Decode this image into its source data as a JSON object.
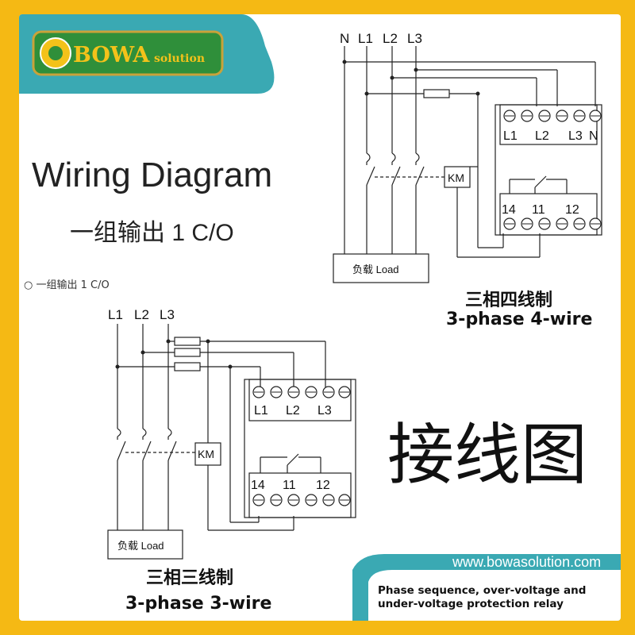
{
  "brand": "BOWA solution",
  "title_en": "Wiring Diagram",
  "subtitle_cn": "一组输出 1 C/O",
  "note": "○ 一组输出 1 C/O",
  "big_cn": "接线图",
  "phase4": {
    "phase_labels": [
      "N",
      "L1",
      "L2",
      "L3"
    ],
    "km": "KM",
    "load": "负载 Load",
    "top_terminals": [
      "L1",
      "L2",
      "L3",
      "N"
    ],
    "bottom_terminals": [
      "14",
      "11",
      "12"
    ],
    "caption_cn": "三相四线制",
    "caption_en": "3-phase 4-wire"
  },
  "phase3": {
    "phase_labels": [
      "L1",
      "L2",
      "L3"
    ],
    "km": "KM",
    "load": "负载 Load",
    "top_terminals": [
      "L1",
      "L2",
      "L3"
    ],
    "bottom_terminals": [
      "14",
      "11",
      "12"
    ],
    "caption_cn": "三相三线制",
    "caption_en": "3-phase 3-wire"
  },
  "website": "www.bowasolution.com",
  "tagline": "Phase sequence, over-voltage and under-voltage protection relay",
  "colors": {
    "frame": "#f5b914",
    "teal": "#3aa9b3",
    "logo_green": "#2f8f3a",
    "logo_text": "#f3c21a"
  }
}
